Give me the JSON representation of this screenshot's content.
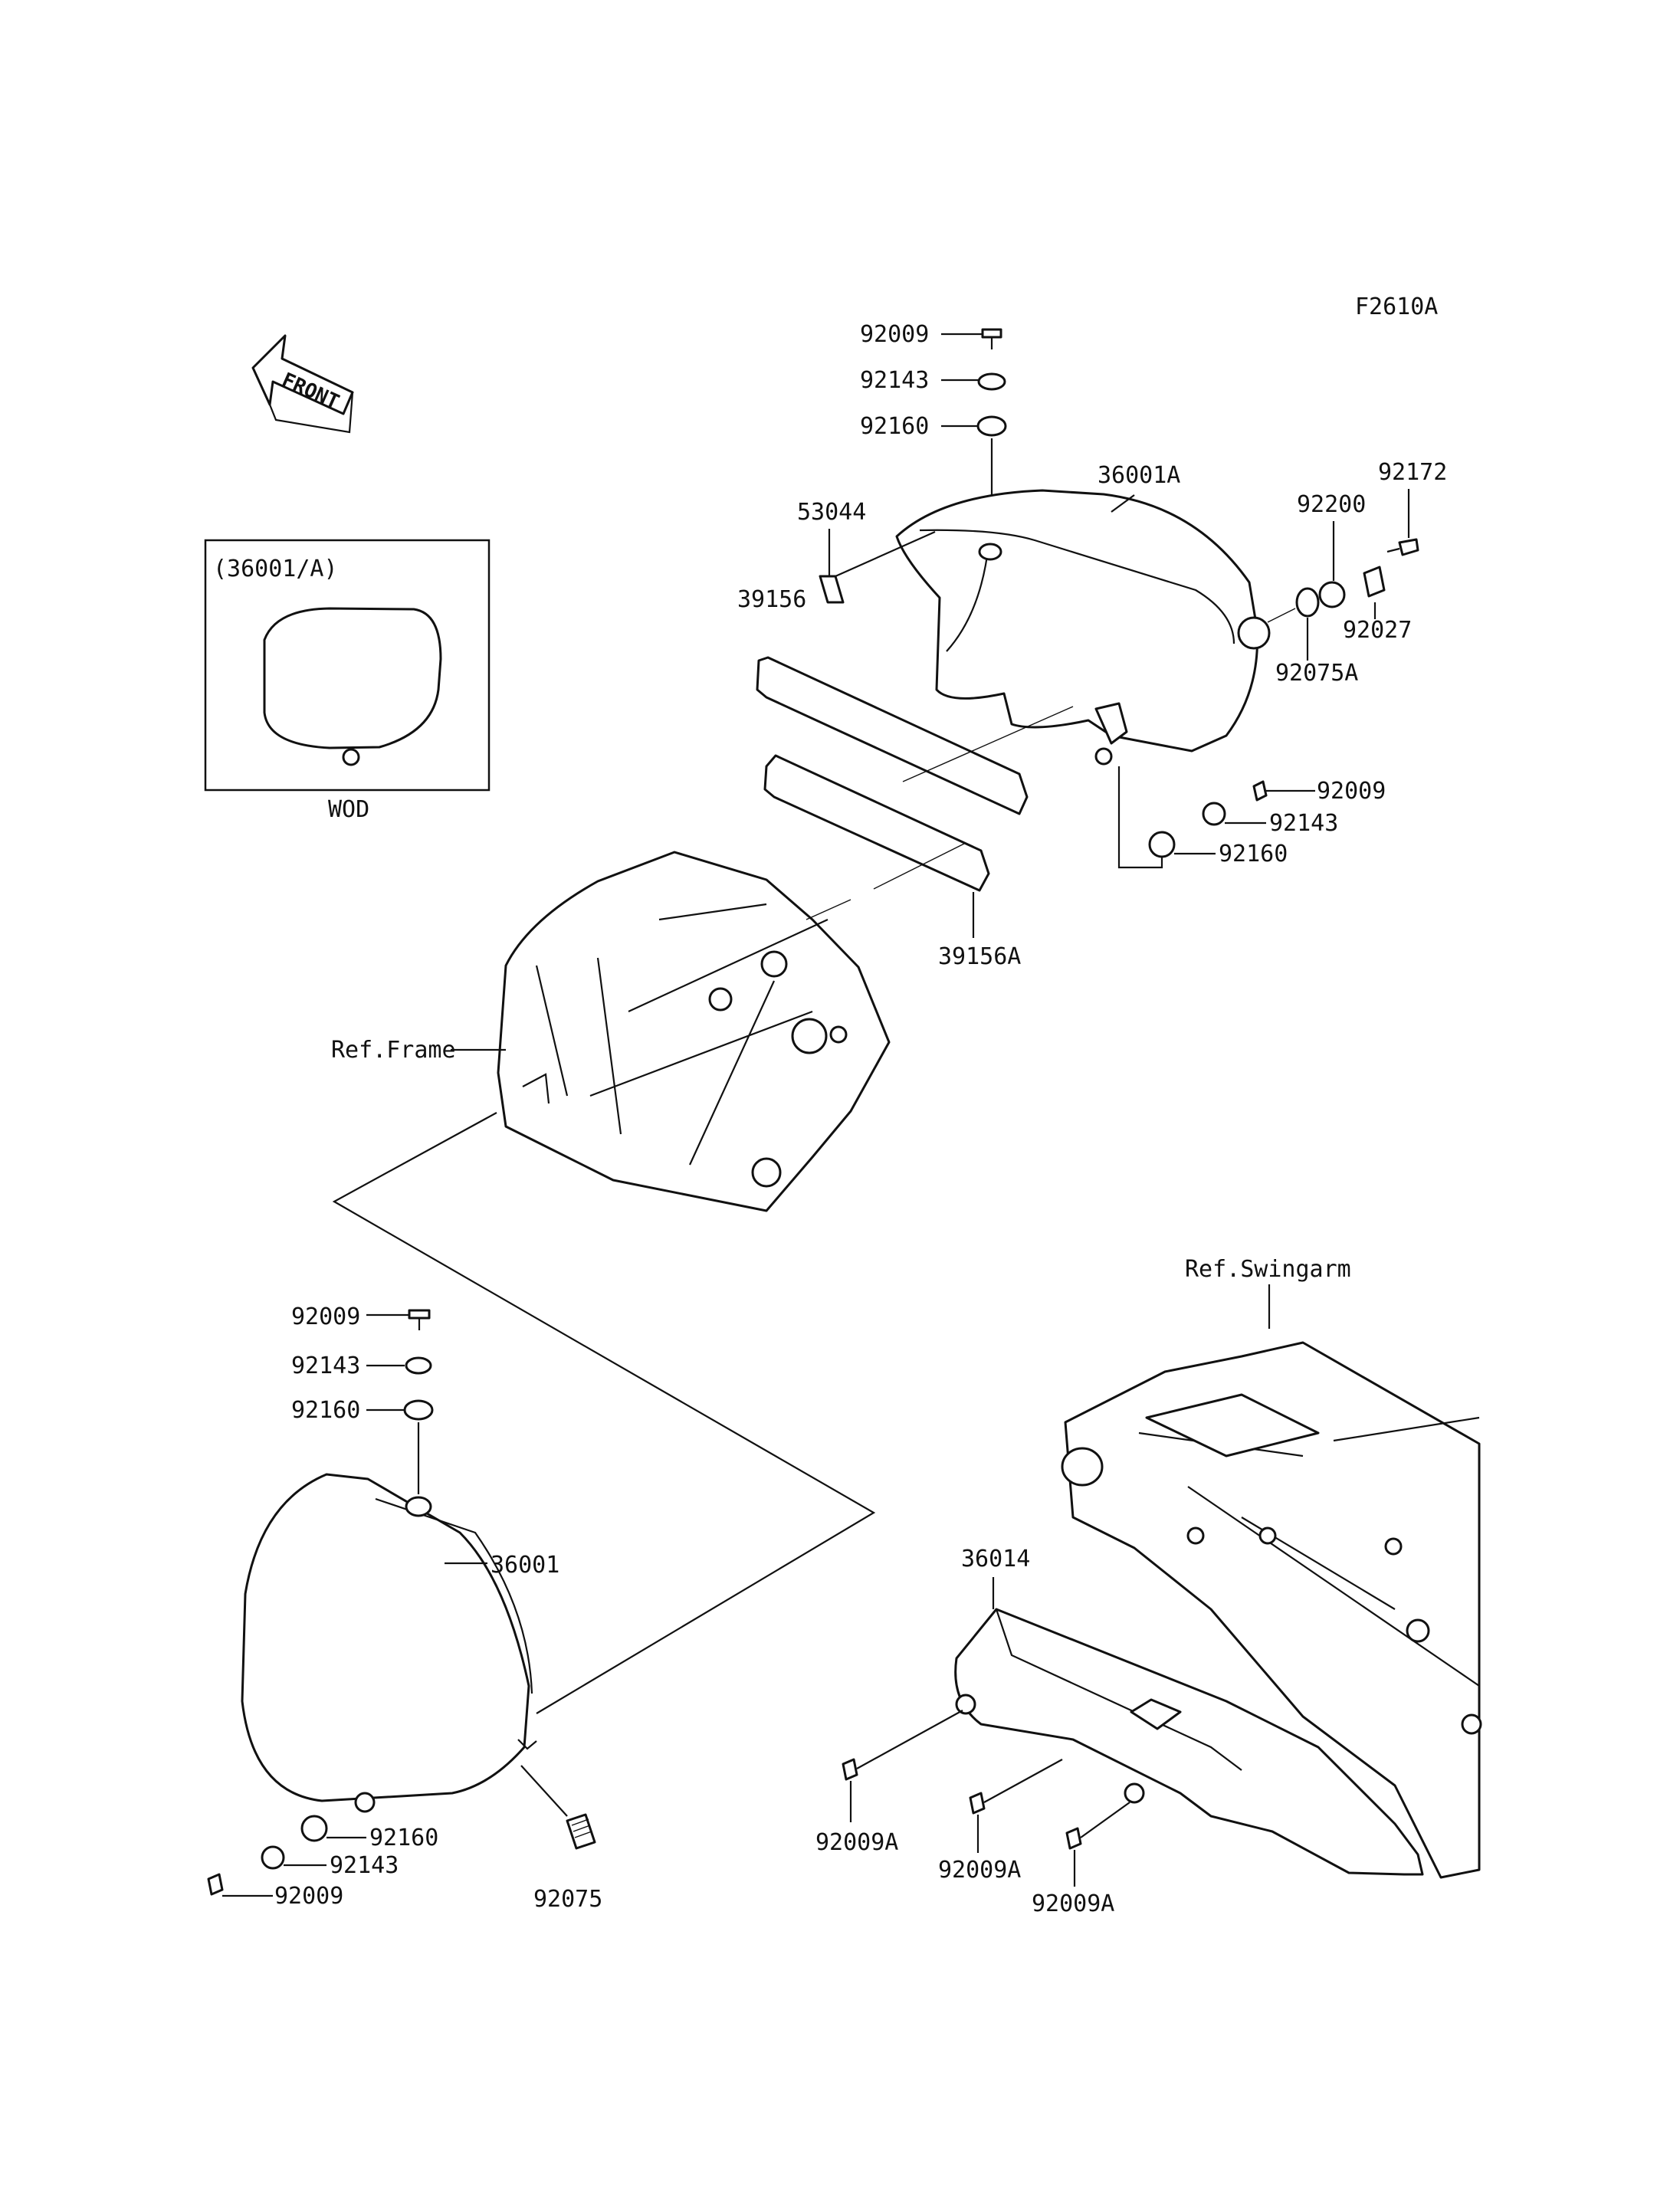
{
  "diagram_code": "F2610A",
  "front_arrow": {
    "label": "FRONT",
    "icon": "front-direction-arrow-icon"
  },
  "inset": {
    "title": "(36001/A)",
    "caption": "WOD"
  },
  "references": {
    "frame": "Ref.Frame",
    "swingarm": "Ref.Swingarm"
  },
  "labels": {
    "top_92009": "92009",
    "top_92143": "92143",
    "top_92160": "92160",
    "cover_36001A": "36001A",
    "part_92172": "92172",
    "part_92200": "92200",
    "part_92027": "92027",
    "part_92075A": "92075A",
    "part_53044": "53044",
    "part_39156": "39156",
    "part_39156A": "39156A",
    "mid_92009": "92009",
    "mid_92143": "92143",
    "mid_92160": "92160",
    "left_92009": "92009",
    "left_92143": "92143",
    "left_92160": "92160",
    "cover_36001": "36001",
    "bot_92160": "92160",
    "bot_92143": "92143",
    "bot_92009": "92009",
    "part_92075": "92075",
    "guard_36014": "36014",
    "screw_92009A_1": "92009A",
    "screw_92009A_2": "92009A",
    "screw_92009A_3": "92009A"
  }
}
